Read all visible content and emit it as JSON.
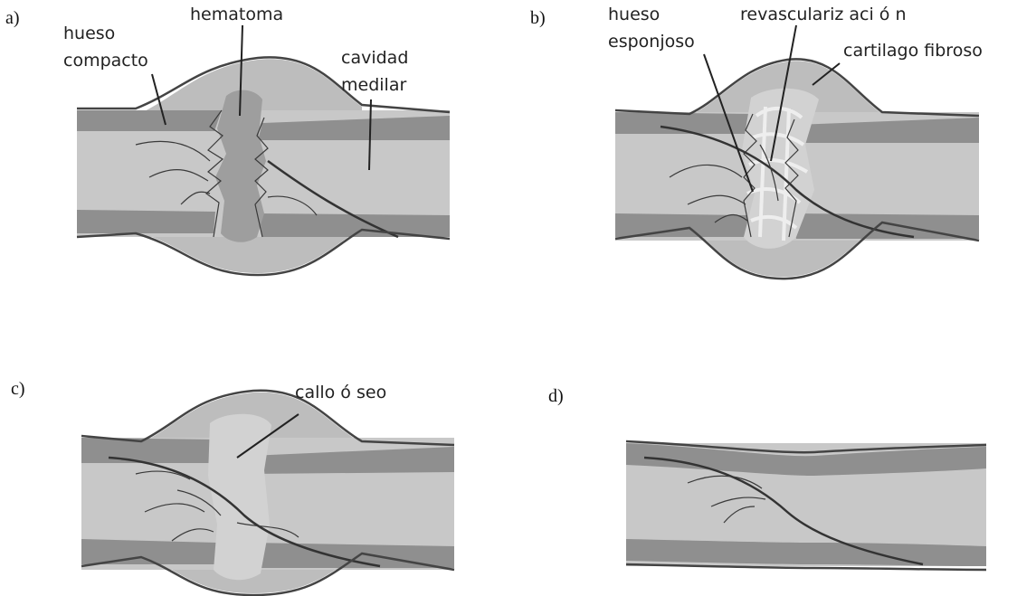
{
  "panels": {
    "a": {
      "letter": "a)",
      "labels": {
        "compact_bone": [
          "hueso",
          "compacto"
        ],
        "hematoma": "hematoma",
        "medullary": [
          "cavidad",
          "medilar"
        ]
      }
    },
    "b": {
      "letter": "b)",
      "labels": {
        "spongy_bone": [
          "hueso",
          "esponjoso"
        ],
        "revascularization": "revasculariz aci ó n",
        "fibrocartilage": "cartilago fibroso"
      }
    },
    "c": {
      "letter": "c)",
      "labels": {
        "bony_callus": "callo ó seo"
      }
    },
    "d": {
      "letter": "d)"
    }
  },
  "colors": {
    "medulla": "#c8c8c8",
    "cortex": "#8f8f8f",
    "swelling": "#bdbdbd",
    "callus": "#d2d2d2",
    "hematoma": "#9e9e9e",
    "cartilage": "#eeeeee",
    "outline": "#444444"
  }
}
